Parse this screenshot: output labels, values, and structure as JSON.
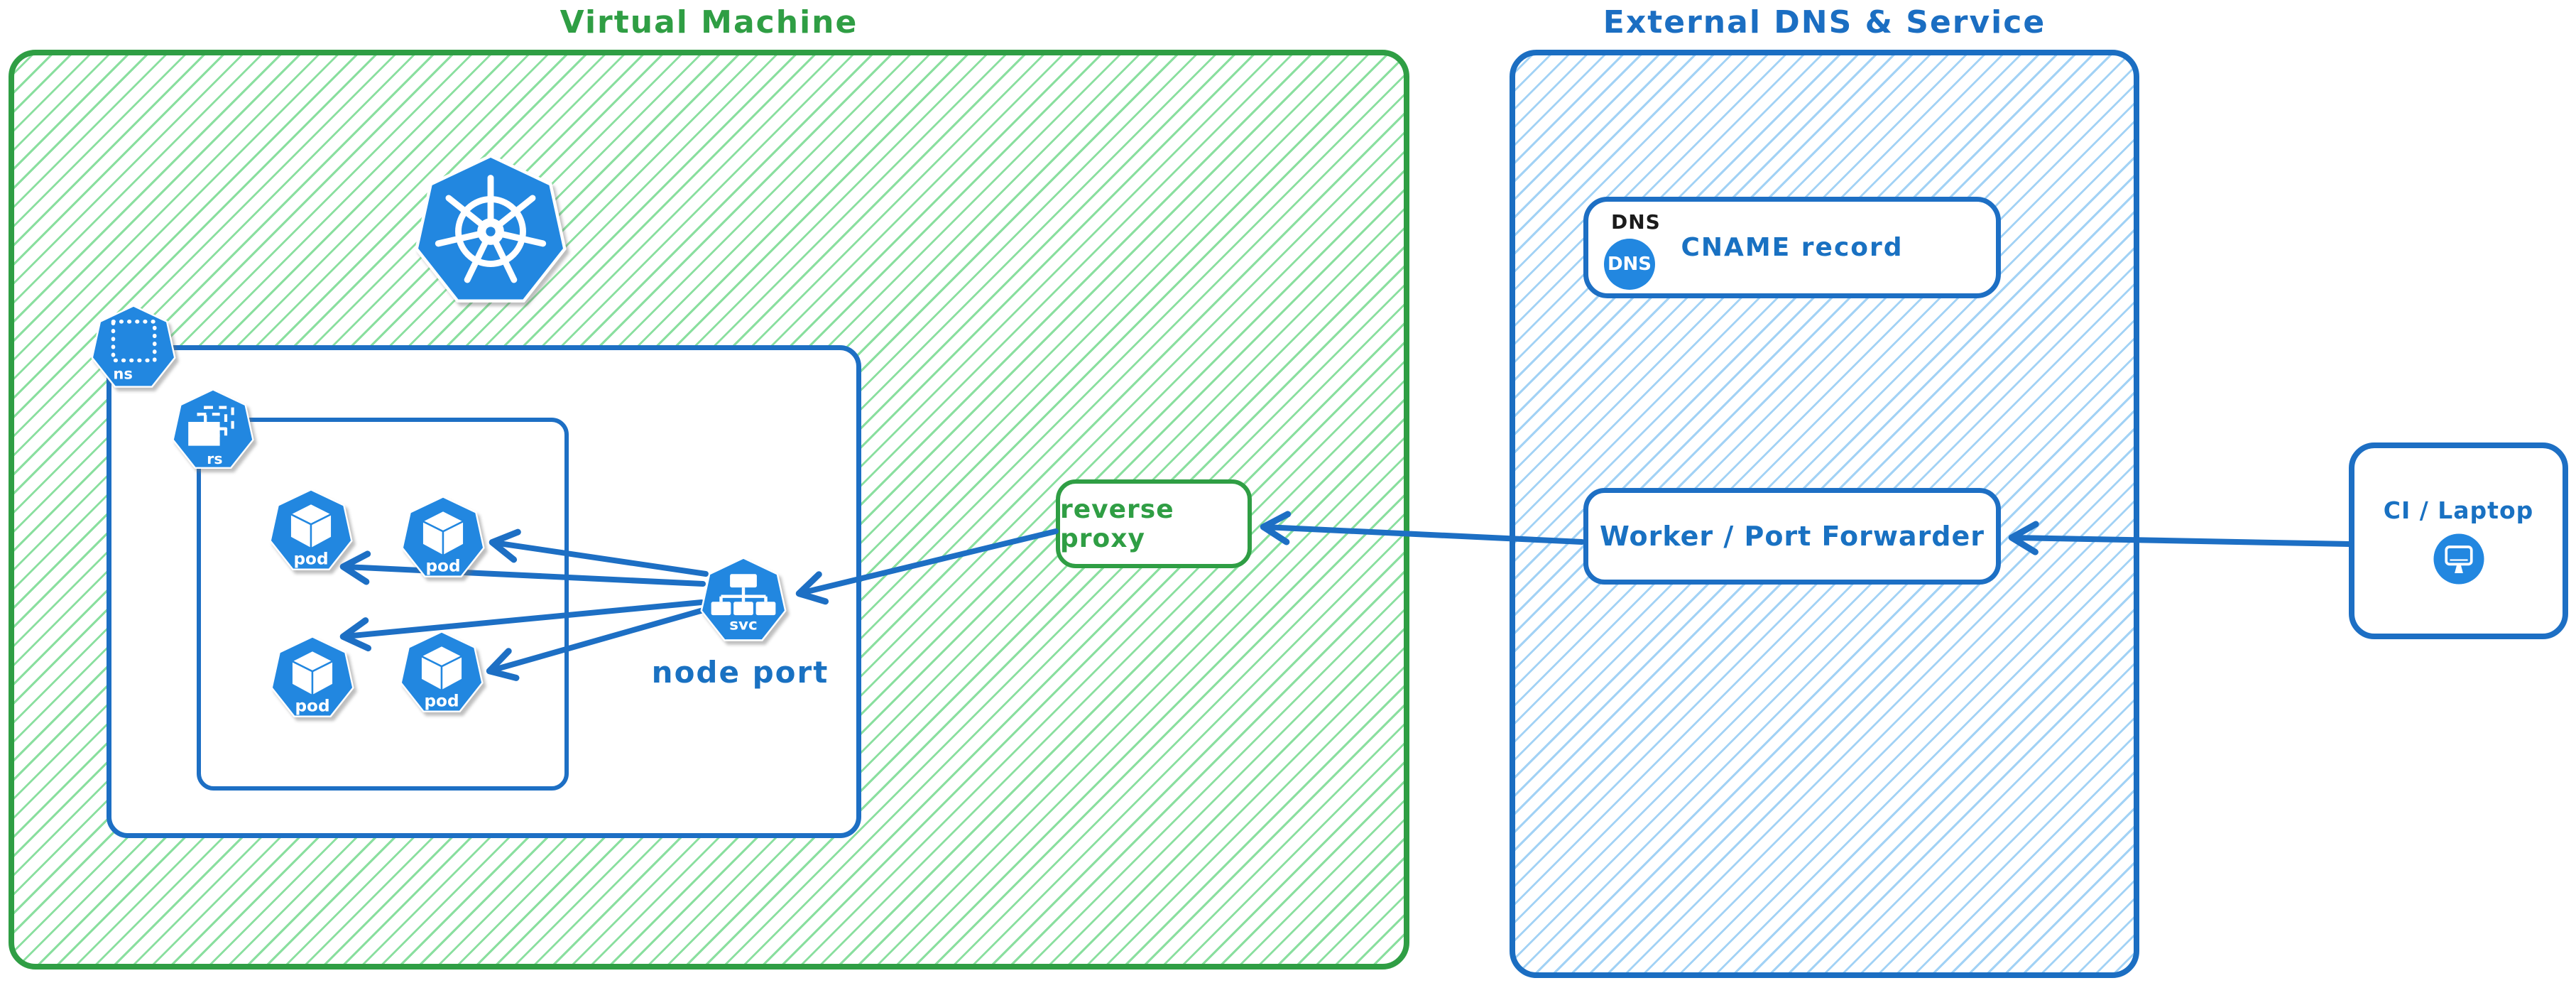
{
  "groups": {
    "vm": {
      "title": "Virtual Machine"
    },
    "external": {
      "title": "External DNS & Service"
    }
  },
  "icons": {
    "kubernetes": "kubernetes-logo",
    "namespace_label": "ns",
    "replicaset_label": "rs",
    "pod_label": "pod",
    "service_label": "svc",
    "dns_circle_label": "DNS",
    "monitor": "monitor"
  },
  "nodes": {
    "node_port": "node port",
    "reverse_proxy": "reverse proxy",
    "dns_badge": "DNS",
    "cname_record": "CNAME record",
    "worker": "Worker / Port Forwarder",
    "ci_laptop": "CI / Laptop"
  },
  "connections": [
    {
      "from": "CI / Laptop",
      "to": "Worker / Port Forwarder"
    },
    {
      "from": "Worker / Port Forwarder",
      "to": "reverse proxy"
    },
    {
      "from": "reverse proxy",
      "to": "node port (svc)"
    },
    {
      "from": "node port (svc)",
      "to": "pod"
    },
    {
      "from": "node port (svc)",
      "to": "pod"
    },
    {
      "from": "node port (svc)",
      "to": "pod"
    },
    {
      "from": "node port (svc)",
      "to": "pod"
    }
  ],
  "colors": {
    "green_stroke": "#2f9e44",
    "green_hatch": "#8adf9f",
    "blue_stroke": "#1b6ec2",
    "blue_hatch": "#a2d2f5",
    "icon_blue": "#2287e0",
    "arrow_blue": "#1d6fc4",
    "dns_text_black": "#1b1b1b"
  }
}
